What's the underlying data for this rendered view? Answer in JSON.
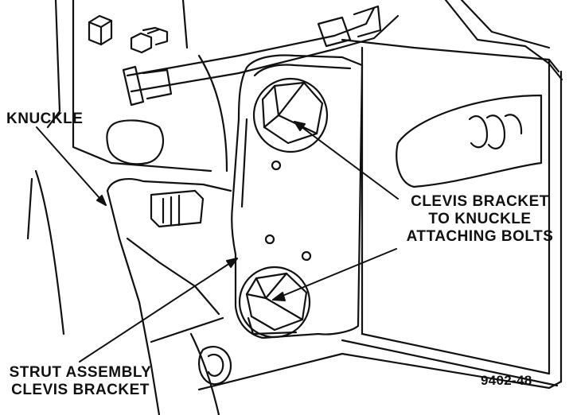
{
  "labels": {
    "knuckle": "KNUCKLE",
    "clevis_bolts": [
      "CLEVIS BRACKET",
      "TO KNUCKLE",
      "ATTACHING BOLTS"
    ],
    "strut_bracket": [
      "STRUT ASSEMBLY",
      "CLEVIS BRACKET"
    ],
    "figure_number": "9402-48"
  }
}
